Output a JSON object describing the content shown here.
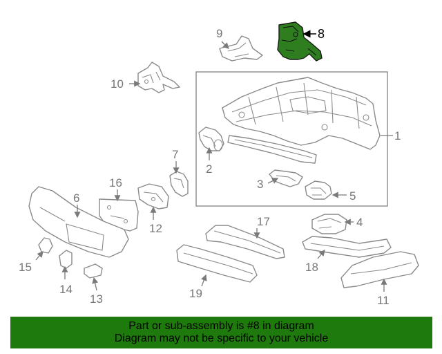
{
  "colors": {
    "highlight_part": "#2e7d1f",
    "banner_background": "#1e7a0c",
    "line_gray": "#8a8a8a"
  },
  "callouts": {
    "c1": "1",
    "c2": "2",
    "c3": "3",
    "c4": "4",
    "c5": "5",
    "c6": "6",
    "c7": "7",
    "c8": "8",
    "c9": "9",
    "c10": "10",
    "c11": "11",
    "c12": "12",
    "c13": "13",
    "c14": "14",
    "c15": "15",
    "c16": "16",
    "c17": "17",
    "c18": "18",
    "c19": "19"
  },
  "banner": {
    "line1": "Part or sub-assembly is #8 in diagram",
    "line2": "Diagram may not be specific to your vehicle"
  }
}
